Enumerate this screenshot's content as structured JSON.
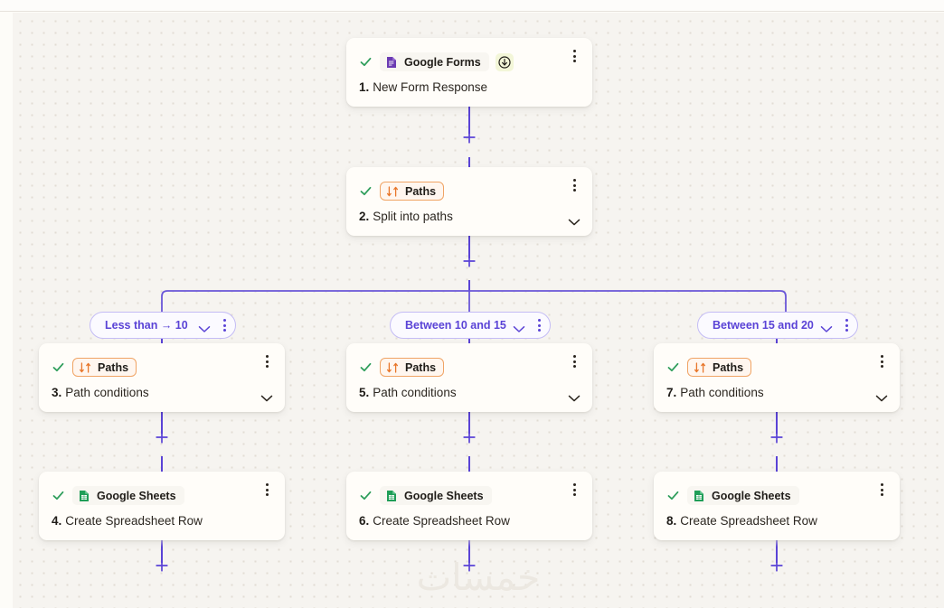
{
  "canvas": {
    "watermark": "خمسات",
    "accent_color": "#5a43d6",
    "paths_border_color": "#f0a465",
    "check_color": "#2f9e5c",
    "background_color": "#f6f4f0"
  },
  "nodes": [
    {
      "id": "node-1",
      "app": "Google Forms",
      "app_icon": "google-forms-icon",
      "step_number": "1.",
      "title": "New Form Response",
      "badge": "trigger-bolt-icon",
      "has_chevron": false,
      "kebab": "more-options-icon",
      "status_icon": "check-icon"
    },
    {
      "id": "node-2",
      "app": "Paths",
      "app_icon": "paths-branch-icon",
      "step_number": "2.",
      "title": "Split into paths",
      "badge": null,
      "has_chevron": true,
      "kebab": "more-options-icon",
      "status_icon": "check-icon"
    },
    {
      "id": "node-3",
      "app": "Paths",
      "app_icon": "paths-branch-icon",
      "step_number": "3.",
      "title": "Path conditions",
      "badge": null,
      "has_chevron": true,
      "kebab": "more-options-icon",
      "status_icon": "check-icon"
    },
    {
      "id": "node-4",
      "app": "Google Sheets",
      "app_icon": "google-sheets-icon",
      "step_number": "4.",
      "title": "Create Spreadsheet Row",
      "badge": null,
      "has_chevron": false,
      "kebab": "more-options-icon",
      "status_icon": "check-icon"
    },
    {
      "id": "node-5",
      "app": "Paths",
      "app_icon": "paths-branch-icon",
      "step_number": "5.",
      "title": "Path conditions",
      "badge": null,
      "has_chevron": true,
      "kebab": "more-options-icon",
      "status_icon": "check-icon"
    },
    {
      "id": "node-6",
      "app": "Google Sheets",
      "app_icon": "google-sheets-icon",
      "step_number": "6.",
      "title": "Create Spreadsheet Row",
      "badge": null,
      "has_chevron": false,
      "kebab": "more-options-icon",
      "status_icon": "check-icon"
    },
    {
      "id": "node-7",
      "app": "Paths",
      "app_icon": "paths-branch-icon",
      "step_number": "7.",
      "title": "Path conditions",
      "badge": null,
      "has_chevron": true,
      "kebab": "more-options-icon",
      "status_icon": "check-icon"
    },
    {
      "id": "node-8",
      "app": "Google Sheets",
      "app_icon": "google-sheets-icon",
      "step_number": "8.",
      "title": "Create Spreadsheet Row",
      "badge": null,
      "has_chevron": false,
      "kebab": "more-options-icon",
      "status_icon": "check-icon"
    }
  ],
  "path_pills": [
    {
      "id": "pill-a",
      "label": "Less than → 10"
    },
    {
      "id": "pill-b",
      "label": "Between 10 and 15"
    },
    {
      "id": "pill-c",
      "label": "Between 15 and 20"
    }
  ],
  "add_buttons": [
    {
      "id": "add-step-1",
      "label": "+"
    },
    {
      "id": "add-step-2",
      "label": "+"
    },
    {
      "id": "add-step-3",
      "label": "+"
    },
    {
      "id": "add-step-4",
      "label": "+"
    },
    {
      "id": "add-step-5",
      "label": "+"
    },
    {
      "id": "add-step-6",
      "label": "+"
    },
    {
      "id": "add-step-7",
      "label": "+"
    },
    {
      "id": "add-step-8",
      "label": "+"
    }
  ]
}
